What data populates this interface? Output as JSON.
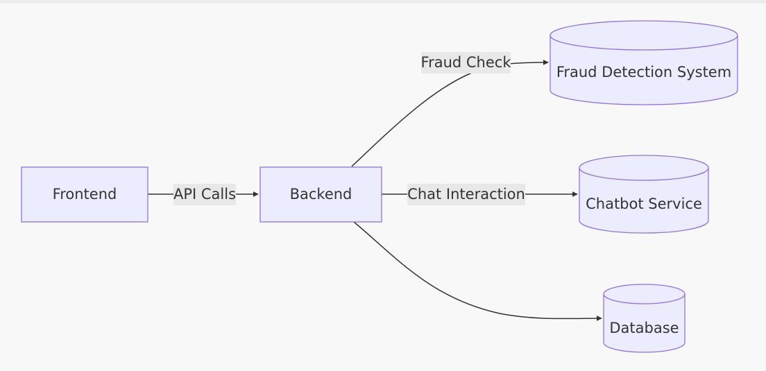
{
  "diagram": {
    "nodes": {
      "frontend": {
        "label": "Frontend",
        "shape": "rect"
      },
      "backend": {
        "label": "Backend",
        "shape": "rect"
      },
      "fraud": {
        "label": "Fraud Detection System",
        "shape": "cylinder"
      },
      "chatbot": {
        "label": "Chatbot Service",
        "shape": "cylinder"
      },
      "database": {
        "label": "Database",
        "shape": "cylinder"
      }
    },
    "edges": {
      "api_calls": {
        "from": "Frontend",
        "to": "Backend",
        "label": "API Calls"
      },
      "fraud_check": {
        "from": "Backend",
        "to": "Fraud Detection System",
        "label": "Fraud Check"
      },
      "chat_interaction": {
        "from": "Backend",
        "to": "Chatbot Service",
        "label": "Chat Interaction"
      },
      "to_database": {
        "from": "Backend",
        "to": "Database",
        "label": ""
      }
    },
    "colors": {
      "node_fill": "#ececff",
      "node_stroke": "#9370db",
      "edge": "#333333",
      "label_bg": "#e8e8e8",
      "background": "#f9f8f8"
    }
  }
}
